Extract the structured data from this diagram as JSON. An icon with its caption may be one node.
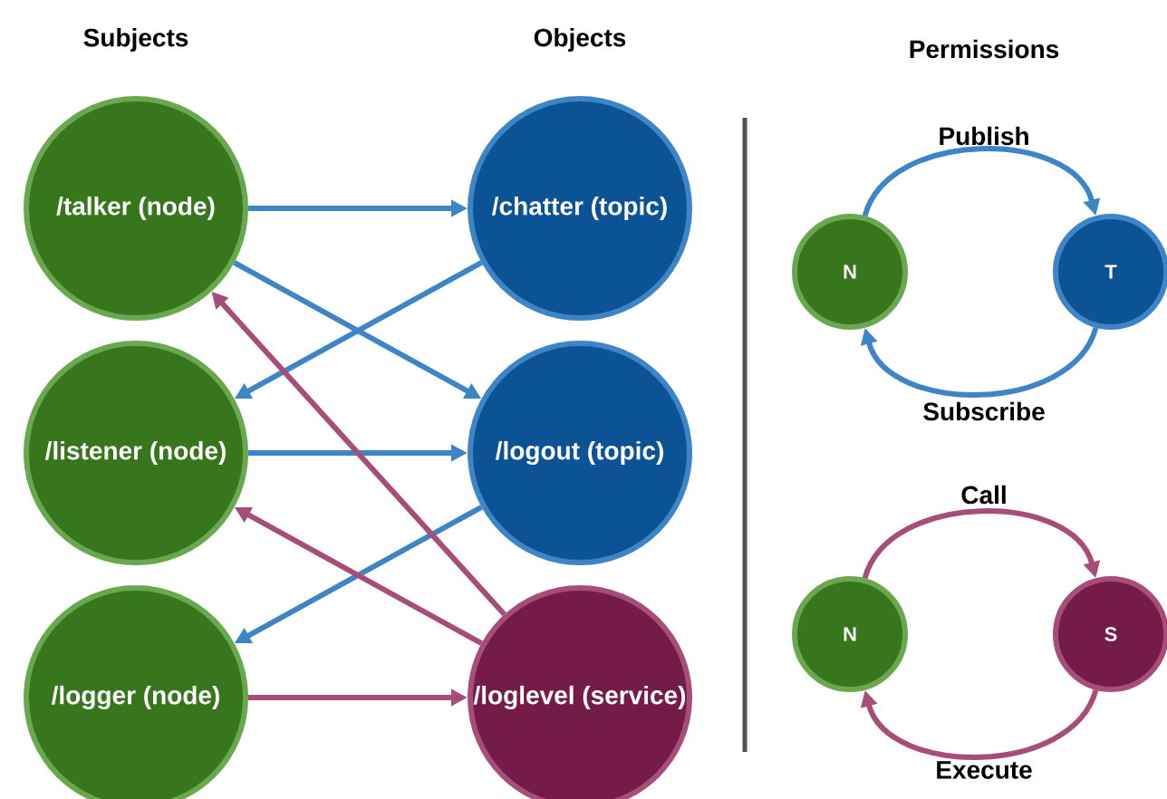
{
  "diagram": {
    "nodes": [
      {
        "text": [
          "/talker (node)"
        ]
      },
      {
        "text": [
          "/listener (node)"
        ]
      },
      {
        "text": [
          "/logger (node)"
        ]
      },
      {
        "text": [
          "/chatter (topic)"
        ]
      },
      {
        "text": [
          "/logout (topic)"
        ]
      },
      {
        "text": [
          "/loglevel (service)"
        ]
      },
      {
        "text": [
          "N"
        ]
      },
      {
        "text": [
          "T"
        ]
      },
      {
        "text": [
          "N"
        ]
      },
      {
        "text": [
          "S"
        ]
      }
    ],
    "edges": [
      {
        "from": 0,
        "to": 3,
        "arrow": "to"
      },
      {
        "from": 0,
        "to": 4,
        "arrow": "to"
      },
      {
        "from": 3,
        "to": 1,
        "arrow": "to"
      },
      {
        "from": 1,
        "to": 4,
        "arrow": "to"
      },
      {
        "from": 4,
        "to": 2,
        "arrow": "to"
      },
      {
        "from": 5,
        "to": 0,
        "arrow": "to",
        "color": "#a64d79"
      },
      {
        "from": 5,
        "to": 1,
        "arrow": "to",
        "color": "#a64d79"
      },
      {
        "from": 2,
        "to": 5,
        "arrow": "to",
        "color": "#a64d79"
      },
      {
        "from": 6,
        "to": 7,
        "arrow": "to",
        "label": "Publish"
      },
      {
        "from": 7,
        "to": 6,
        "arrow": "to",
        "label": "Subscribe"
      },
      {
        "from": 8,
        "to": 9,
        "arrow": "to",
        "label": "Call",
        "color": "#a64d79"
      },
      {
        "from": 9,
        "to": 8,
        "arrow": "to",
        "label": "Execute",
        "color": "#a64d79"
      }
    ],
    "labels": [
      "Subjects",
      "Objects",
      "Permissions"
    ]
  }
}
